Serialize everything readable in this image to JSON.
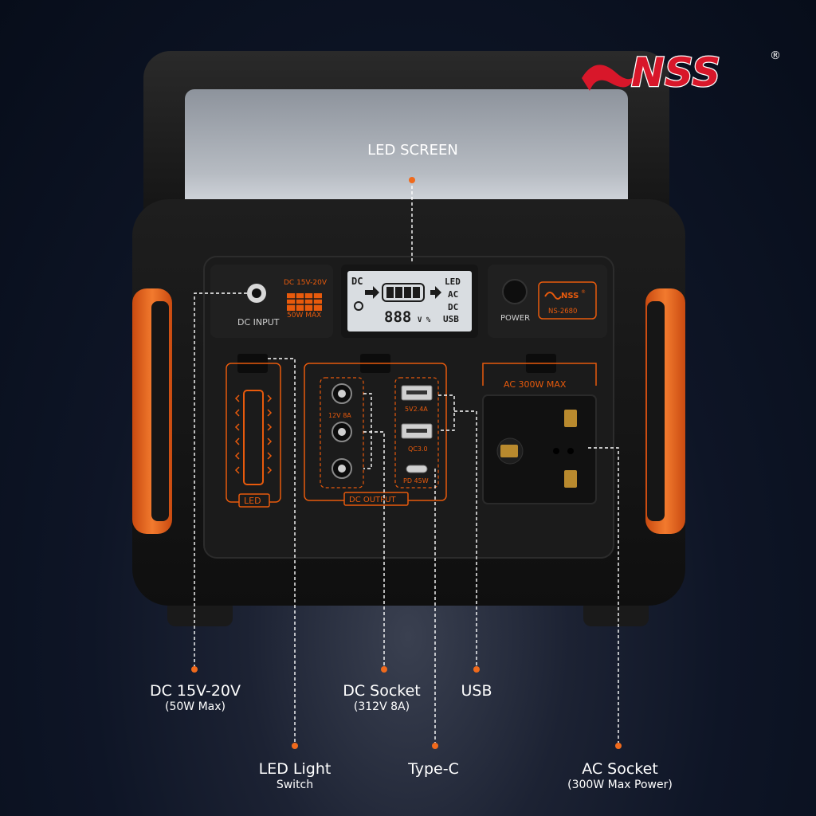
{
  "brand": {
    "logo_text": "NSS",
    "registered": "®",
    "colors": {
      "brand_red": "#d8172a",
      "accent_orange": "#f06a1c",
      "panel_orange": "#e85a0c"
    }
  },
  "device": {
    "model_badge": {
      "brand": "NSS",
      "registered": "®",
      "model": "NS-2680"
    },
    "dc_input": {
      "rating": "DC 15V-20V",
      "caption": "DC INPUT",
      "max": "50W MAX"
    },
    "power_label": "POWER",
    "lcd": {
      "left_top": "DC",
      "digits": "888",
      "units": "V %",
      "right_items": [
        "LED",
        "AC",
        "DC",
        "USB"
      ]
    },
    "led_panel_label": "LED",
    "dc_output": {
      "label": "DC OUTPUT",
      "rating": "12V 8A"
    },
    "usb": {
      "port1": "5V2.4A",
      "port2": "QC3.0",
      "typec": "PD 45W"
    },
    "ac": {
      "header": "AC 300W MAX"
    }
  },
  "callouts": {
    "led_screen": {
      "main": "LED SCREEN"
    },
    "dc_input": {
      "main": "DC 15V-20V",
      "sub": "(50W Max)"
    },
    "dc_socket": {
      "main": "DC Socket",
      "sub": "(312V 8A)"
    },
    "usb": {
      "main": "USB"
    },
    "led_light": {
      "main": "LED Light",
      "sub": "Switch"
    },
    "type_c": {
      "main": "Type-C"
    },
    "ac_socket": {
      "main": "AC Socket",
      "sub": "(300W Max Power)"
    }
  }
}
